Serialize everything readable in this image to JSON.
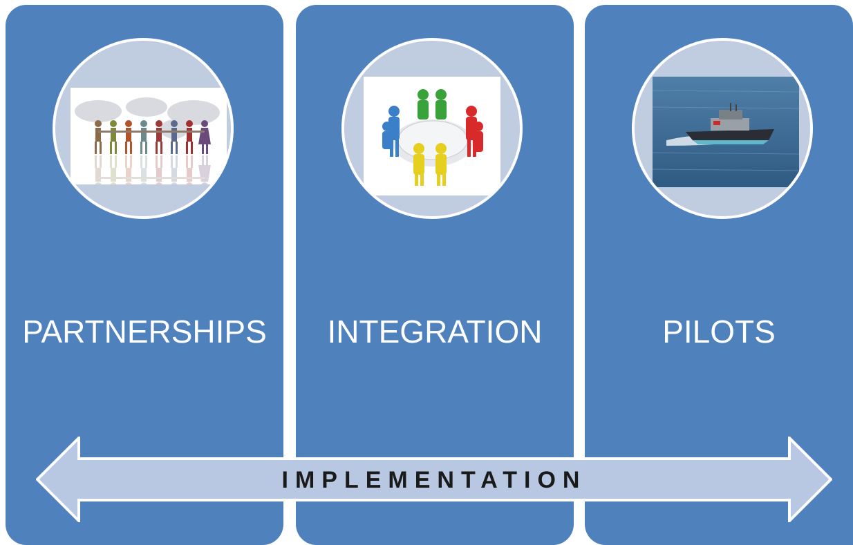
{
  "colors": {
    "panel": "#4f81bd",
    "circle_fill": "#c0cce0",
    "arrow_fill": "#b9c8e2",
    "arrow_stroke": "#ffffff",
    "label_text": "#ffffff",
    "arrow_text": "#1a1a1a"
  },
  "panels": [
    {
      "label": "PARTNERSHIPS",
      "image": "people-holding-hands-over-world-map-icon"
    },
    {
      "label": "INTEGRATION",
      "image": "puzzle-team-figures-icon"
    },
    {
      "label": "PILOTS",
      "image": "pilot-boat-on-water-photo"
    }
  ],
  "arrow": {
    "label": "IMPLEMENTATION",
    "direction": "double-headed"
  }
}
